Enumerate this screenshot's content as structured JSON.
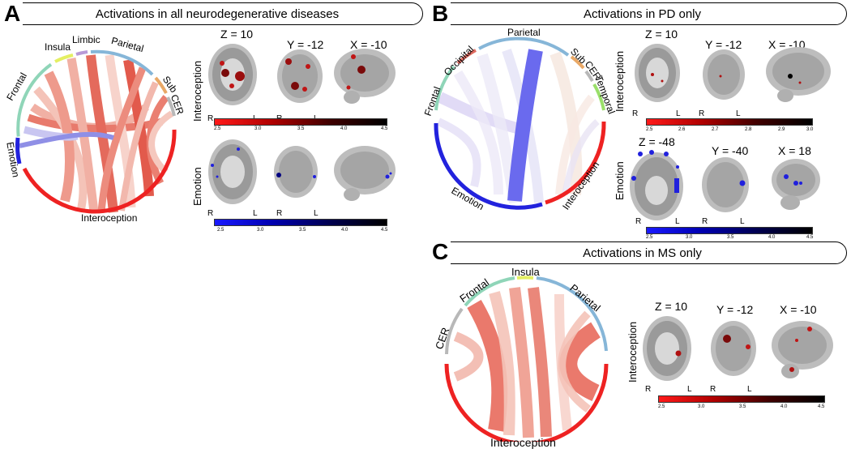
{
  "panels": {
    "A": {
      "letter": "A",
      "title": "Activations in all neurodegenerative diseases",
      "chord_labels": {
        "frontal": "Frontal",
        "insula": "Insula",
        "limbic": "Limbic",
        "parietal": "Parietal",
        "sub": "Sub",
        "cer": "CER",
        "emotion": "Emotion",
        "interoception": "Interoception"
      },
      "row1": {
        "label": "Interoception",
        "z": "Z = 10",
        "y": "Y = -12",
        "x": "X = -10"
      },
      "row2": {
        "label": "Emotion"
      },
      "orient": {
        "r": "R",
        "l": "L"
      },
      "colorbar_top": [
        "2.5",
        "3.0",
        "3.5",
        "4.0",
        "4.5"
      ],
      "colorbar_bottom": [
        "2.5",
        "3.0",
        "3.5",
        "4.0",
        "4.5"
      ]
    },
    "B": {
      "letter": "B",
      "title": "Activations in PD only",
      "chord_labels": {
        "parietal": "Parietal",
        "occipital": "Occipital",
        "frontal": "Frontal",
        "sub": "Sub",
        "cer": "CER",
        "temporal": "Temporal",
        "emotion": "Emotion",
        "interoception": "Interoception"
      },
      "row1": {
        "label": "Interoception",
        "z": "Z = 10",
        "y": "Y = -12",
        "x": "X = -10"
      },
      "row2": {
        "label": "Emotion",
        "z": "Z = -48",
        "y": "Y = -40",
        "x": "X = 18"
      },
      "colorbar_top": [
        "2.5",
        "2.6",
        "2.7",
        "2.8",
        "2.9",
        "3.0"
      ],
      "colorbar_bottom": [
        "2.5",
        "3.0",
        "3.5",
        "4.0",
        "4.5"
      ]
    },
    "C": {
      "letter": "C",
      "title": "Activations in MS only",
      "chord_labels": {
        "frontal": "Frontal",
        "insula": "Insula",
        "parietal": "Parietal",
        "cer": "CER",
        "interoception": "Interoception"
      },
      "row1": {
        "label": "Interoception",
        "z": "Z = 10",
        "y": "Y = -12",
        "x": "X = -10"
      },
      "colorbar": [
        "2.5",
        "3.0",
        "3.5",
        "4.0",
        "4.5"
      ]
    }
  },
  "colors": {
    "frontal": "#8fd5b8",
    "insula": "#e4ef62",
    "limbic": "#b89ad8",
    "parietal": "#86b6d8",
    "sub": "#e9a866",
    "cer": "#b8b8b8",
    "occipital": "#e06c62",
    "temporal": "#9adf6a",
    "emotion": "#2222dd",
    "interoception": "#ee2222"
  }
}
